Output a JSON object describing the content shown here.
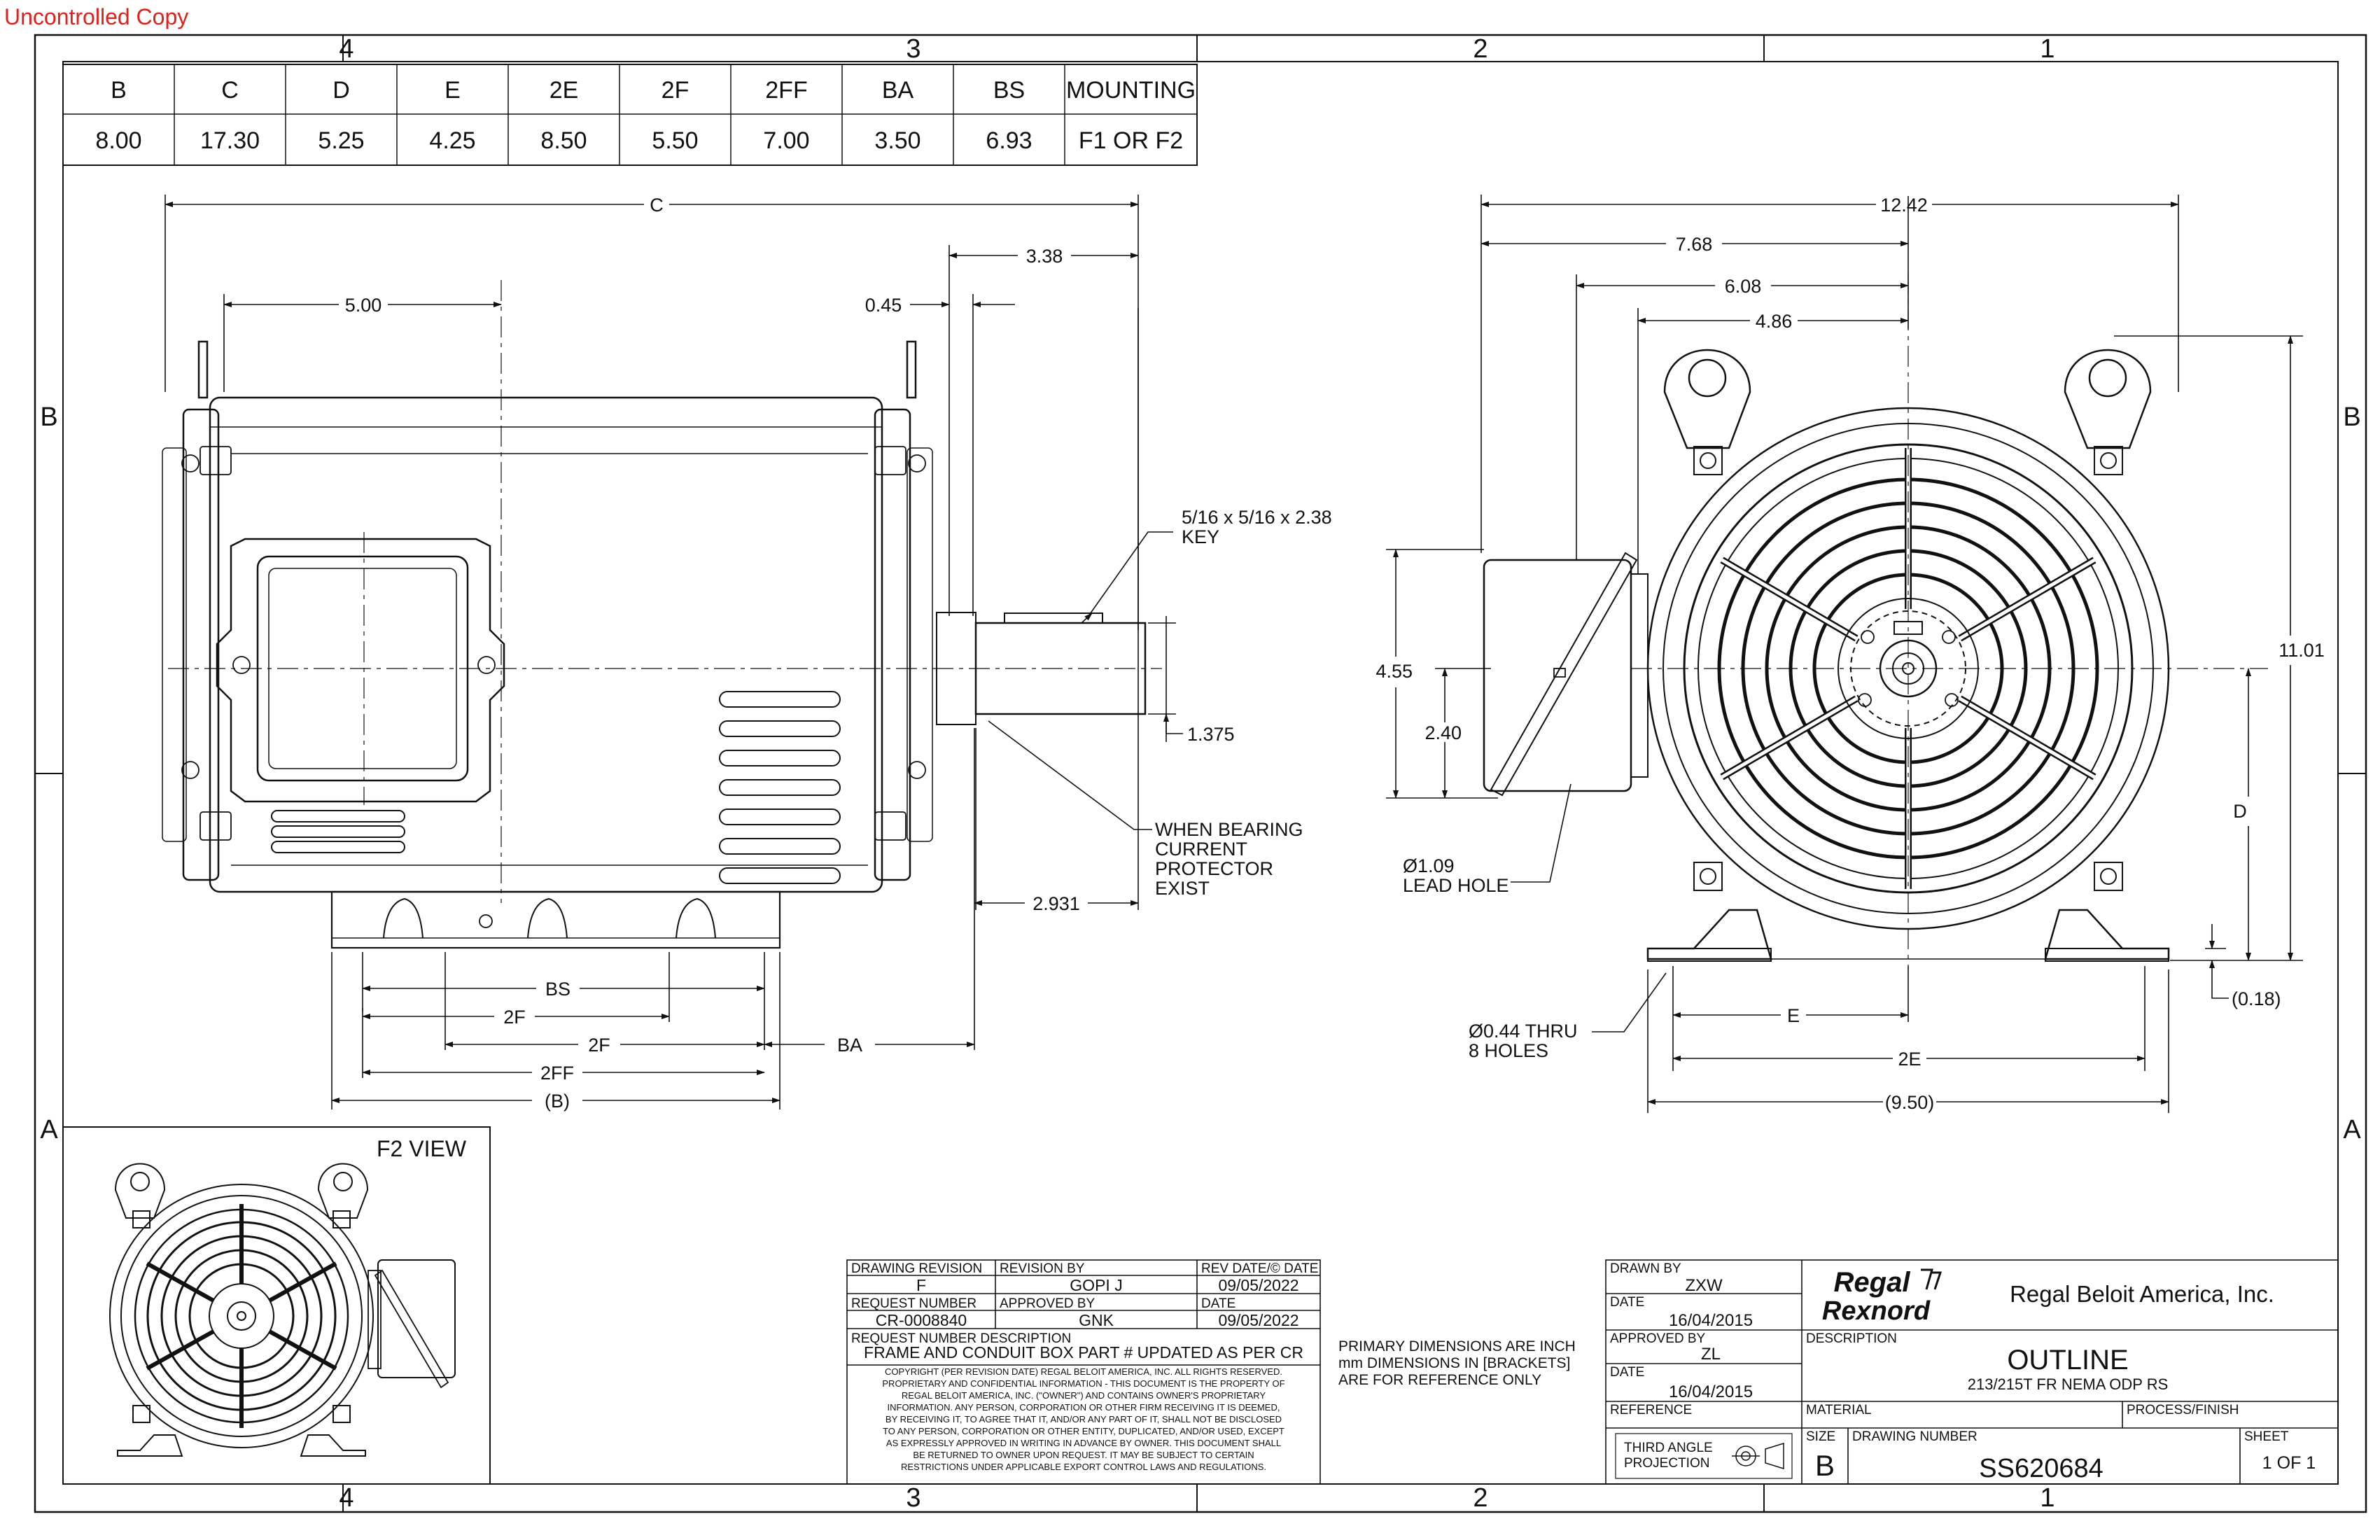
{
  "stamp": "Uncontrolled Copy",
  "zones": {
    "cols": [
      "4",
      "3",
      "2",
      "1"
    ],
    "rows": [
      "B",
      "A"
    ]
  },
  "dim_table": {
    "headers": [
      "B",
      "C",
      "D",
      "E",
      "2E",
      "2F",
      "2FF",
      "BA",
      "BS",
      "MOUNTING"
    ],
    "values": [
      "8.00",
      "17.30",
      "5.25",
      "4.25",
      "8.50",
      "5.50",
      "7.00",
      "3.50",
      "6.93",
      "F1 OR F2"
    ]
  },
  "side_view": {
    "C": "C",
    "d500": "5.00",
    "d045": "0.45",
    "d338": "3.38",
    "key_line1": "5/16 x 5/16 x 2.38",
    "key_line2": "KEY",
    "shaft": "1.375",
    "bearing_line1": "WHEN BEARING",
    "bearing_line2": "CURRENT",
    "bearing_line3": "PROTECTOR",
    "bearing_line4": "EXIST",
    "d2931": "2.931",
    "BS": "BS",
    "F2a": "2F",
    "F2b": "2F",
    "BA": "BA",
    "FF2": "2FF",
    "B": "(B)"
  },
  "end_view": {
    "d1242": "12.42",
    "d768": "7.68",
    "d608": "6.08",
    "d486": "4.86",
    "d455": "4.55",
    "d240": "2.40",
    "d1101": "11.01",
    "D": "D",
    "lead1": "Ø1.09",
    "lead2": "LEAD HOLE",
    "hole1": "Ø0.44 THRU",
    "hole2": "8 HOLES",
    "E": "E",
    "E2": "2E",
    "d018": "(0.18)",
    "d950": "(9.50)"
  },
  "f2_view": {
    "title": "F2 VIEW"
  },
  "revision_block": {
    "rev_label": "DRAWING REVISION",
    "rev": "F",
    "revby_label": "REVISION BY",
    "revby": "GOPI J",
    "revdate_label": "REV DATE/© DATE",
    "revdate": "09/05/2022",
    "reqnum_label": "REQUEST NUMBER",
    "reqnum": "CR-0008840",
    "appr_label": "APPROVED BY",
    "appr": "GNK",
    "date_label": "DATE",
    "date": "09/05/2022",
    "reqdesc_label": "REQUEST NUMBER DESCRIPTION",
    "reqdesc": "FRAME AND CONDUIT BOX PART # UPDATED AS PER CR",
    "copyright": [
      "COPYRIGHT (PER REVISION DATE) REGAL BELOIT AMERICA, INC. ALL RIGHTS RESERVED.",
      "PROPRIETARY AND CONFIDENTIAL INFORMATION - THIS DOCUMENT IS THE PROPERTY OF",
      "REGAL BELOIT AMERICA, INC. (\"OWNER\") AND CONTAINS OWNER'S PROPRIETARY",
      "INFORMATION. ANY PERSON, CORPORATION OR OTHER FIRM RECEIVING IT IS DEEMED,",
      "BY RECEIVING IT, TO AGREE THAT IT, AND/OR ANY PART OF IT, SHALL NOT BE DISCLOSED",
      "TO ANY PERSON, CORPORATION OR OTHER ENTITY, DUPLICATED, AND/OR USED, EXCEPT",
      "AS EXPRESSLY APPROVED IN WRITING IN ADVANCE BY OWNER. THIS DOCUMENT SHALL",
      "BE RETURNED TO OWNER UPON REQUEST. IT MAY BE SUBJECT TO CERTAIN",
      "RESTRICTIONS UNDER APPLICABLE EXPORT CONTROL LAWS AND REGULATIONS."
    ]
  },
  "note": [
    "PRIMARY DIMENSIONS ARE INCH",
    "mm DIMENSIONS IN  [BRACKETS]",
    "ARE FOR REFERENCE ONLY"
  ],
  "title_block": {
    "drawn_label": "DRAWN BY",
    "drawn": "ZXW",
    "date1_label": "DATE",
    "date1": "16/04/2015",
    "appr_label": "APPROVED BY",
    "appr": "ZL",
    "date2_label": "DATE",
    "date2": "16/04/2015",
    "ref_label": "REFERENCE",
    "proj1": "THIRD ANGLE",
    "proj2": "PROJECTION",
    "logo1": "Regal",
    "logo2": "Rexnord",
    "company": "Regal Beloit America, Inc.",
    "desc_label": "DESCRIPTION",
    "title": "OUTLINE",
    "subtitle": "213/215T FR NEMA ODP RS",
    "material_label": "MATERIAL",
    "process_label": "PROCESS/FINISH",
    "size_label": "SIZE",
    "size": "B",
    "dwgno_label": "DRAWING NUMBER",
    "dwgno": "SS620684",
    "sheet_label": "SHEET",
    "sheet": "1 OF 1"
  }
}
